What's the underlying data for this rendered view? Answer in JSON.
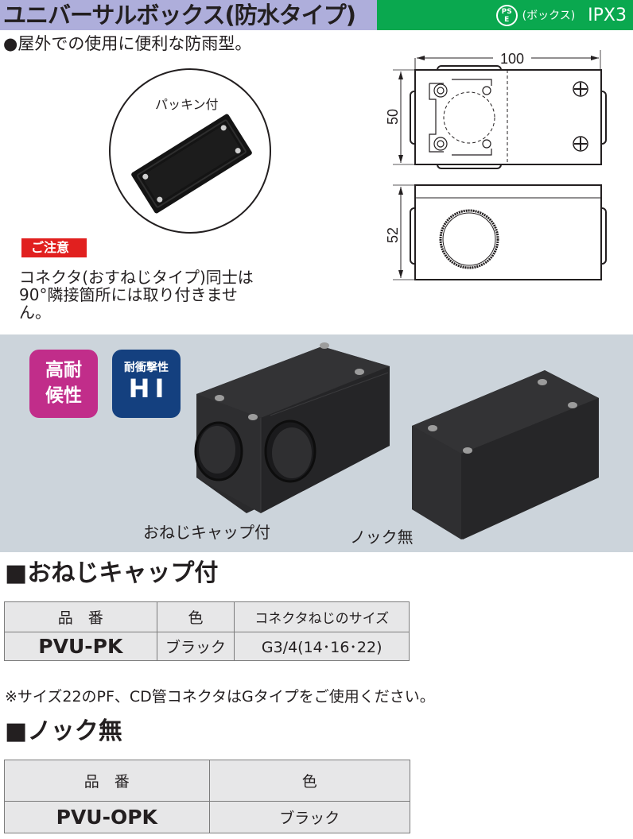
{
  "header": {
    "title": "ユニバーサルボックス(防水タイプ)",
    "pse_mark": "PSE",
    "box_label": "(ボックス)",
    "ip_rating": "IPX3",
    "colors": {
      "title_bg": "#aeaedb",
      "right_bg": "#0aa84f"
    }
  },
  "lead": "●屋外での使用に便利な防雨型。",
  "inset": {
    "label": "パッキン付"
  },
  "caution": {
    "tag": "ご注意",
    "text": "コネクタ(おすねじタイプ)同士は90°隣接箇所には取り付きません。",
    "tag_color": "#e1201f"
  },
  "drawings": {
    "top_view": {
      "width_dim": "100",
      "height_dim": "50"
    },
    "side_view": {
      "height_dim": "52"
    }
  },
  "panel": {
    "badges": [
      {
        "lines": [
          "高耐",
          "候性"
        ],
        "color": "#c12d8a"
      },
      {
        "line1": "耐衝撃性",
        "line2": "HI",
        "color": "#14407f"
      }
    ],
    "captions": {
      "left": "おねじキャップ付",
      "right": "ノック無"
    }
  },
  "section1": {
    "title": "■おねじキャップ付",
    "headers": [
      "品　番",
      "色",
      "コネクタねじのサイズ"
    ],
    "rows": [
      {
        "code": "PVU-PK",
        "color": "ブラック",
        "size": "G3/4(14･16･22)"
      }
    ],
    "note": "※サイズ22のPF、CD管コネクタはGタイプをご使用ください。"
  },
  "section2": {
    "title": "■ノック無",
    "headers": [
      "品　番",
      "色"
    ],
    "rows": [
      {
        "code": "PVU-OPK",
        "color": "ブラック"
      }
    ]
  }
}
